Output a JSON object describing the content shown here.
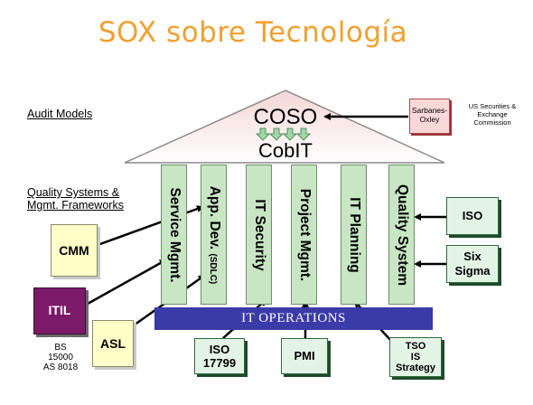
{
  "title": "SOX sobre Tecnología",
  "labels": {
    "audit_models": "Audit Models",
    "quality_line1": "Quality Systems &",
    "quality_line2": "Mgmt. Frameworks"
  },
  "roof": {
    "coso": "COSO",
    "cobit": "CobIT"
  },
  "pillars": [
    {
      "label": "Service Mgmt."
    },
    {
      "label": "App. Dev.",
      "sub": "(SDLC)"
    },
    {
      "label": "IT Security"
    },
    {
      "label": "Project Mgmt."
    },
    {
      "label": "IT Planning"
    },
    {
      "label": "Quality System"
    }
  ],
  "base": {
    "label": "IT OPERATIONS"
  },
  "sarbanes": {
    "line1": "Sarbanes-",
    "line2": "Oxley"
  },
  "sec": {
    "line1": "US Securities &",
    "line2": "Exchange",
    "line3": "Commission"
  },
  "boxes": {
    "cmm": "CMM",
    "itil": "ITIL",
    "bs_line1": "BS",
    "bs_line2": "15000",
    "bs_line3": "AS 8018",
    "asl": "ASL",
    "iso17799_line1": "ISO",
    "iso17799_line2": "17799",
    "pmi": "PMI",
    "tso_line1": "TSO",
    "tso_line2": "IS",
    "tso_line3": "Strategy",
    "iso": "ISO",
    "six_line1": "Six",
    "six_line2": "Sigma"
  },
  "colors": {
    "title": "#f0a030",
    "pillar": "#c8e6c4",
    "base": "#3a3aa8",
    "note": "#ffffc8",
    "green_box": "#e3f4e6",
    "itil": "#7c1a6a",
    "sox": "#f9d8da",
    "roof_top": "#f6dede",
    "roof_bottom": "#ffffff"
  }
}
